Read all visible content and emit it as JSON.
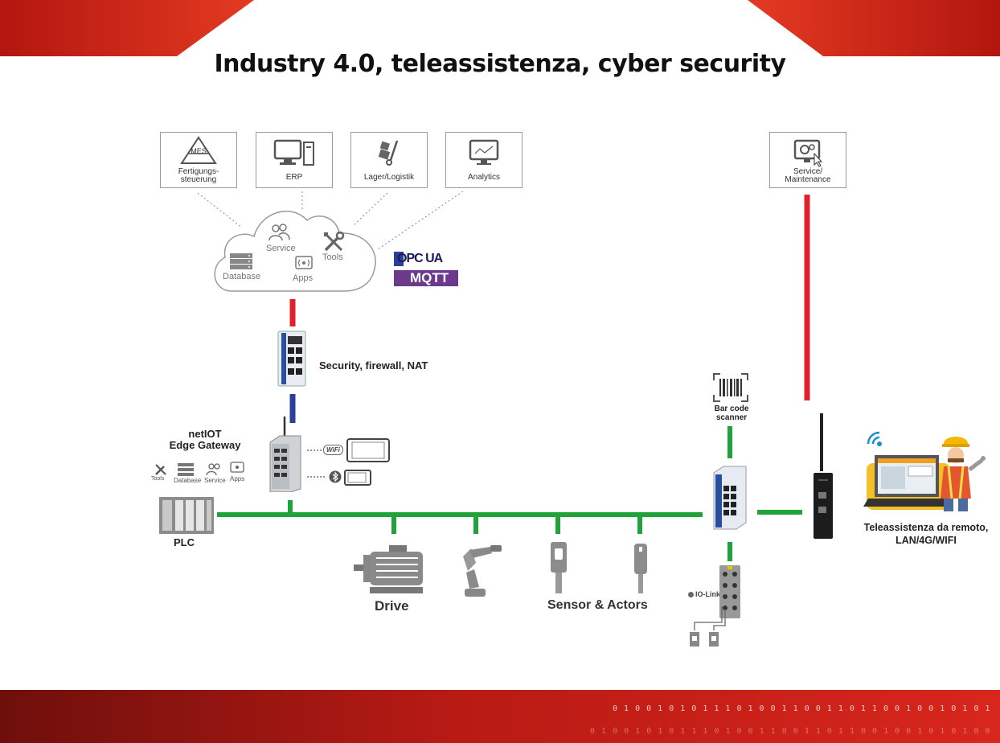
{
  "title": "Industry 4.0, teleassistenza, cyber security",
  "top_boxes": [
    {
      "label": "Fertigungs-\nsteuerung",
      "line1": "Fertigungs-",
      "line2": "steuerung",
      "badge": "MES",
      "icon": "pyramid-icon"
    },
    {
      "label": "ERP",
      "icon": "computer-icon"
    },
    {
      "label": "Lager/Logistik",
      "icon": "hand-truck-icon"
    },
    {
      "label": "Analytics",
      "icon": "chart-monitor-icon"
    }
  ],
  "service_box": {
    "line1": "Service/",
    "line2": "Maintenance",
    "icon": "gear-monitor-icon"
  },
  "cloud": {
    "service": "Service",
    "tools": "Tools",
    "database": "Database",
    "apps": "Apps"
  },
  "protocols": {
    "opc": "OPC UA",
    "mqtt": "MQTT"
  },
  "security_label": "Security, firewall, NAT",
  "gateway": {
    "line1": "netIOT",
    "line2": "Edge Gateway",
    "mini": {
      "tools": "Tools",
      "database": "Database",
      "service": "Service",
      "apps": "Apps"
    },
    "wifi": "WiFi"
  },
  "plc_label": "PLC",
  "drive_label": "Drive",
  "sensor_label": "Sensor & Actors",
  "barcode": {
    "line1": "Bar code",
    "line2": "scanner"
  },
  "iolink_label": "IO-Link",
  "remote": {
    "line1": "Teleassistenza da remoto,",
    "line2": "LAN/4G/WIFI"
  },
  "binary_text": "0 1 0 0 1 0 1 0 1 1 1 0 1 0 0 1 1 0 0 1 1 0 1 1 0 0 1 0 0 1 0 1 0 1 0 0 1 0 1 0 1 1 1 0 1 0 0 1 1 0",
  "colors": {
    "red_link": "#e0202a",
    "green_bus": "#1fa33a",
    "blue_link": "#2a3f95",
    "banner_red": "#d8261c",
    "banner_dark": "#7a0f0c",
    "box_border": "#9a9a9a"
  }
}
